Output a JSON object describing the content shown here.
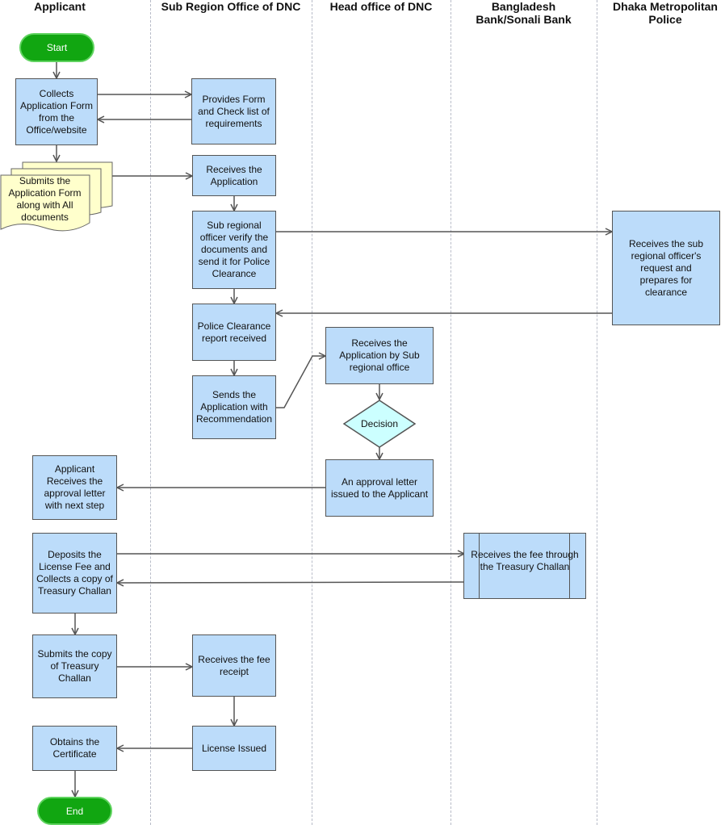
{
  "lanes": {
    "applicant": "Applicant",
    "sub_region": "Sub Region Office of DNC",
    "head_office": "Head office of DNC",
    "bank_line1": "Bangladesh",
    "bank_line2": "Bank/Sonali Bank",
    "police_line1": "Dhaka Metropolitan",
    "police_line2": "Police"
  },
  "nodes": {
    "start": "Start",
    "collect_form": "Collects Application Form from the Office/website",
    "provide_form": "Provides Form and Check list of requirements",
    "submit_form": "Submits the Application Form along with All documents",
    "receive_app": "Receives the Application",
    "verify_docs": "Sub regional officer verify the documents and send it for Police Clearance",
    "police_prepare": "Receives the sub regional officer's request and prepares for clearance",
    "police_report": "Police Clearance report received",
    "send_recommend": "Sends the Application with Recommendation",
    "head_receive": "Receives the Application by Sub regional office",
    "decision": "Decision",
    "approval_issued": "An approval letter issued to the Applicant",
    "applicant_receive": "Applicant Receives the approval letter with next step",
    "deposit_fee": "Deposits the License Fee and Collects a copy of Treasury Challan",
    "bank_receive": "Receives the fee through the Treasury Challan",
    "submit_challan": "Submits the copy of Treasury Challan",
    "receive_fee": "Receives the fee receipt",
    "license_issued": "License Issued",
    "obtain_cert": "Obtains the Certificate",
    "end": "End"
  },
  "colors": {
    "process_fill": "#bcdcfa",
    "decision_fill": "#ccffff",
    "document_fill": "#ffffcc",
    "terminal_fill": "#11a611",
    "connector": "#555555"
  }
}
